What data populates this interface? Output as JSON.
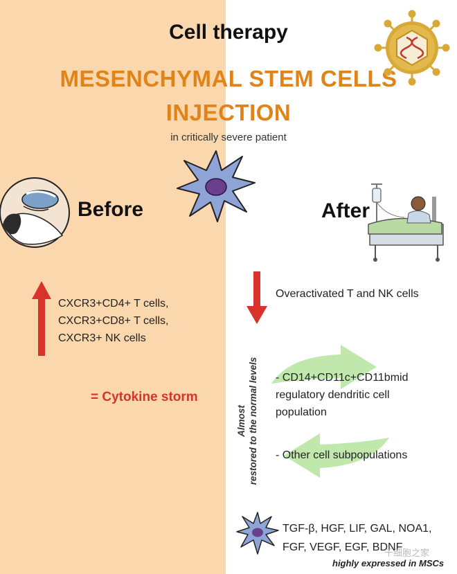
{
  "header": {
    "title": "Cell therapy",
    "subtitle_line1": "MESENCHYMAL STEM CELLS",
    "subtitle_line2": "INJECTION",
    "note": "in critically severe patient"
  },
  "before": {
    "heading": "Before",
    "lines": [
      "CXCR3+CD4+ T cells,",
      "CXCR3+CD8+ T cells,",
      "CXCR3+ NK cells"
    ],
    "result": "= Cytokine storm"
  },
  "after": {
    "heading": "After",
    "decrease": "Overactivated T and NK cells",
    "restored_label_line1": "Almost",
    "restored_label_line2": "restored to the normal levels",
    "item1_lines": [
      "- CD14+CD11c+CD11bmid",
      "regulatory dendritic cell",
      "population"
    ],
    "item2": "- Other cell subpopulations"
  },
  "factors": {
    "line1": "TGF-β, HGF, LIF, GAL, NOA1,",
    "line2": "FGF, VEGF, EGF, BDNF",
    "note": "highly expressed in MSCs"
  },
  "watermark": "千细胞之家",
  "colors": {
    "left_bg": "#fbd7ad",
    "accent_orange": "#e0841a",
    "arrow_red": "#d8332a",
    "cycle_green": "#b9e5a4",
    "cell_blue": "#8ea4d6",
    "nucleus_purple": "#6a3f8e",
    "virus_gold": "#d9a938"
  }
}
